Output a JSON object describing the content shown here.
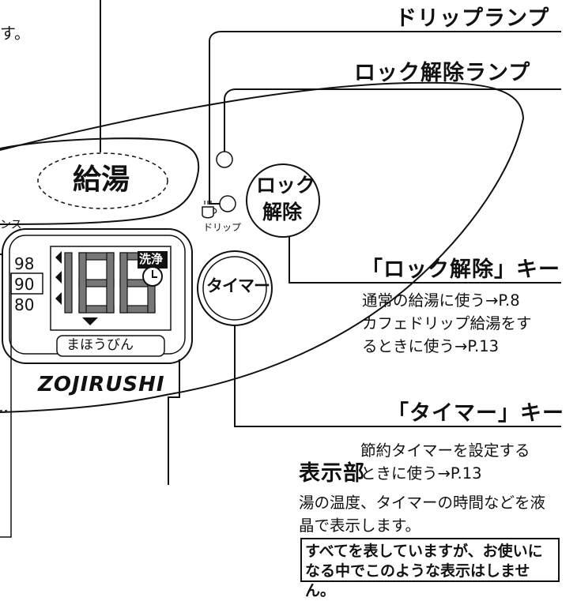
{
  "top_note": "す。",
  "labels": {
    "drip_lamp": "ドリップランプ",
    "lock_release_lamp": "ロック解除ランプ",
    "lock_key": "「ロック解除」キー",
    "timer_key": "「タイマー」キー",
    "display": "表示部"
  },
  "descriptions": {
    "lock_key": [
      "通常の給湯に使う→P.8",
      "カフェドリップ給湯をす",
      "るときに使う→P.13"
    ],
    "timer_key": [
      "節約タイマーを設定する",
      "ときに使う→P.13"
    ],
    "display": [
      "湯の温度、タイマーの時間などを液",
      "晶で表示します。"
    ]
  },
  "note_box": [
    "すべてを表していますが、お使いに",
    "なる中でこのような表示はしません。"
  ],
  "panel": {
    "kyuto_button": "給湯",
    "lock_button_line1": "ロック",
    "lock_button_line2": "解除",
    "timer_button": "タイマー",
    "drip_small_label": "ドリップ",
    "left_cut_label": "ンス",
    "temperatures": [
      "98",
      "90",
      "80"
    ],
    "lcd_digits": "188",
    "wash_badge": "洗浄",
    "mahoubin_label": "まほうびん",
    "brand": "ZOJIRUSHI"
  },
  "icons": [
    "clock-icon",
    "cup-icon",
    "arrow-left-icon",
    "arrow-down-icon"
  ]
}
